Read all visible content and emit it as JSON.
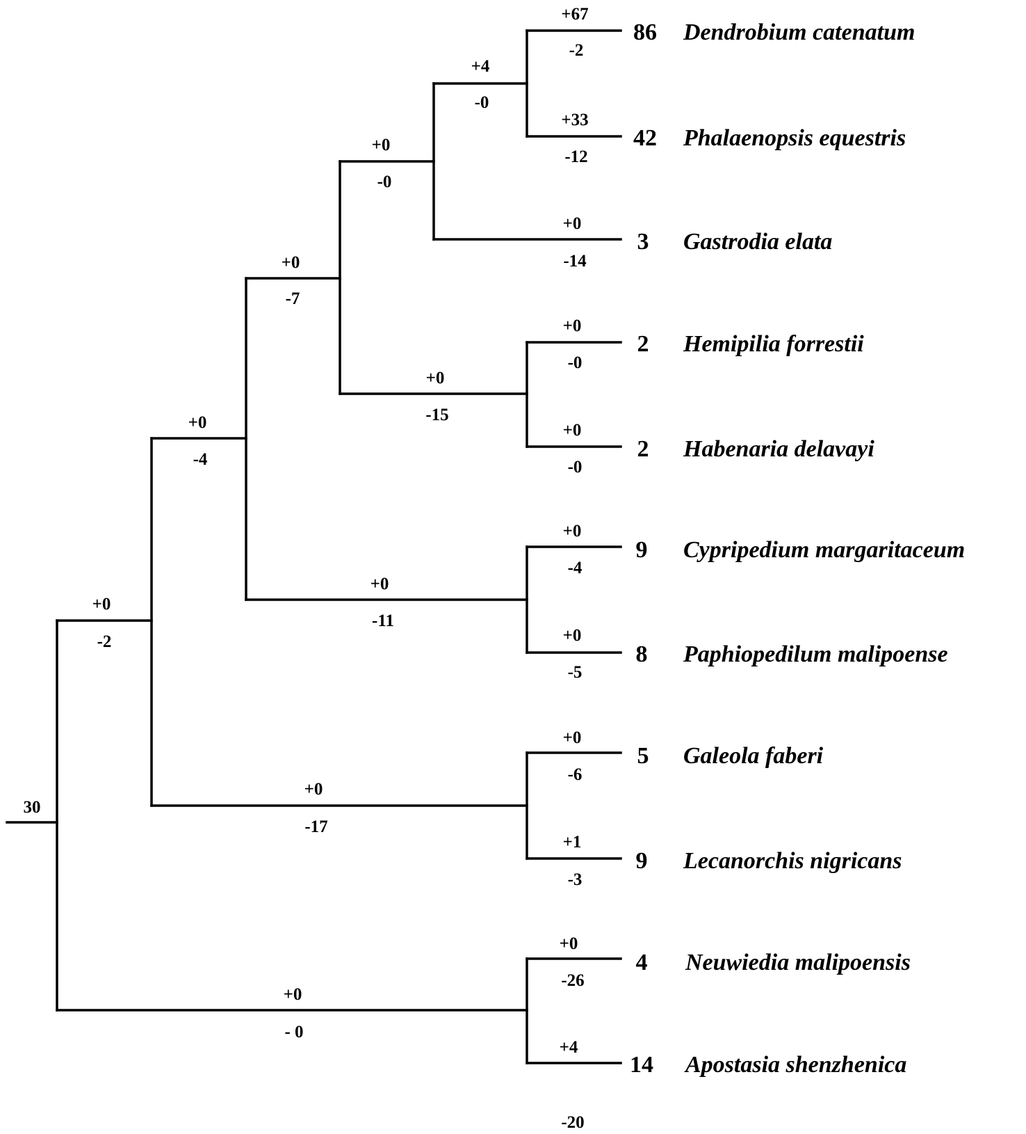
{
  "tree": {
    "root_count": "30",
    "taxa": [
      {
        "id": "dendrobium",
        "name": "Dendrobium catenatum",
        "count": "86",
        "gain": "+67",
        "loss": "-2"
      },
      {
        "id": "phalaenopsis",
        "name": "Phalaenopsis equestris",
        "count": "42",
        "gain": "+33",
        "loss": "-12"
      },
      {
        "id": "gastrodia",
        "name": "Gastrodia elata",
        "count": "3",
        "gain": "+0",
        "loss": "-14"
      },
      {
        "id": "hemipilia",
        "name": "Hemipilia forrestii",
        "count": "2",
        "gain": "+0",
        "loss": "-0"
      },
      {
        "id": "habenaria",
        "name": "Habenaria delavayi",
        "count": "2",
        "gain": "+0",
        "loss": "-0"
      },
      {
        "id": "cypripedium",
        "name": "Cypripedium margaritaceum",
        "count": "9",
        "gain": "+0",
        "loss": "-4"
      },
      {
        "id": "paphiopedilum",
        "name": "Paphiopedilum malipoense",
        "count": "8",
        "gain": "+0",
        "loss": "-5"
      },
      {
        "id": "galeola",
        "name": "Galeola faberi",
        "count": "5",
        "gain": "+0",
        "loss": "-6"
      },
      {
        "id": "lecanorchis",
        "name": "Lecanorchis nigricans",
        "count": "9",
        "gain": "+1",
        "loss": "-3"
      },
      {
        "id": "neuwiedia",
        "name": "Neuwiedia malipoensis",
        "count": "4",
        "gain": "+0",
        "loss": "-26"
      },
      {
        "id": "apostasia",
        "name": "Apostasia shenzhenica",
        "count": "14",
        "gain": "+4",
        "loss": "-20"
      }
    ],
    "internal": [
      {
        "id": "n_dend_phal",
        "gain": "+4",
        "loss": "-0"
      },
      {
        "id": "n_dend_gast",
        "gain": "+0",
        "loss": "-0"
      },
      {
        "id": "n_epidendroid",
        "gain": "+0",
        "loss": "-7"
      },
      {
        "id": "n_orchidoid",
        "gain": "+0",
        "loss": "-15"
      },
      {
        "id": "n_upper",
        "gain": "+0",
        "loss": "-4"
      },
      {
        "id": "n_cypripedioid",
        "gain": "+0",
        "loss": "-11"
      },
      {
        "id": "n_core",
        "gain": "+0",
        "loss": "-2"
      },
      {
        "id": "n_vanilloid",
        "gain": "+0",
        "loss": "-17"
      },
      {
        "id": "n_apostasioid",
        "gain": "+0",
        "loss": "- 0"
      }
    ]
  }
}
